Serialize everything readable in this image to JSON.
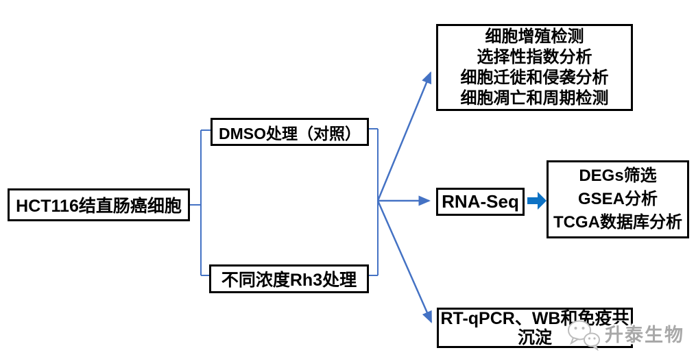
{
  "diagram": {
    "nodes": {
      "source": {
        "label": "HCT116结直肠癌细胞"
      },
      "control": {
        "label": "DMSO处理（对照）"
      },
      "treatment": {
        "label": "不同浓度Rh3处理"
      },
      "assays": {
        "lines": [
          "细胞增殖检测",
          "选择性指数分析",
          "细胞迁徙和侵袭分析",
          "细胞凋亡和周期检测"
        ]
      },
      "rnaseq": {
        "label": "RNA-Seq"
      },
      "analysis": {
        "lines": [
          "DEGs筛选",
          "GSEA分析",
          "TCGA数据库分析"
        ]
      },
      "validation": {
        "lines": [
          "RT-qPCR、WB和免疫共",
          "沉淀"
        ]
      }
    },
    "colors": {
      "connector_blue": "#4472C4",
      "thick_arrow_blue": "#0D72C4",
      "box_border": "#000000",
      "text_black": "#000000",
      "watermark_gray": "#A8A8A8",
      "watermark_icon_gray": "#BDBDBD"
    },
    "watermark": {
      "label": "升泰生物",
      "icon": "wechat-chat-bubbles-icon"
    }
  }
}
